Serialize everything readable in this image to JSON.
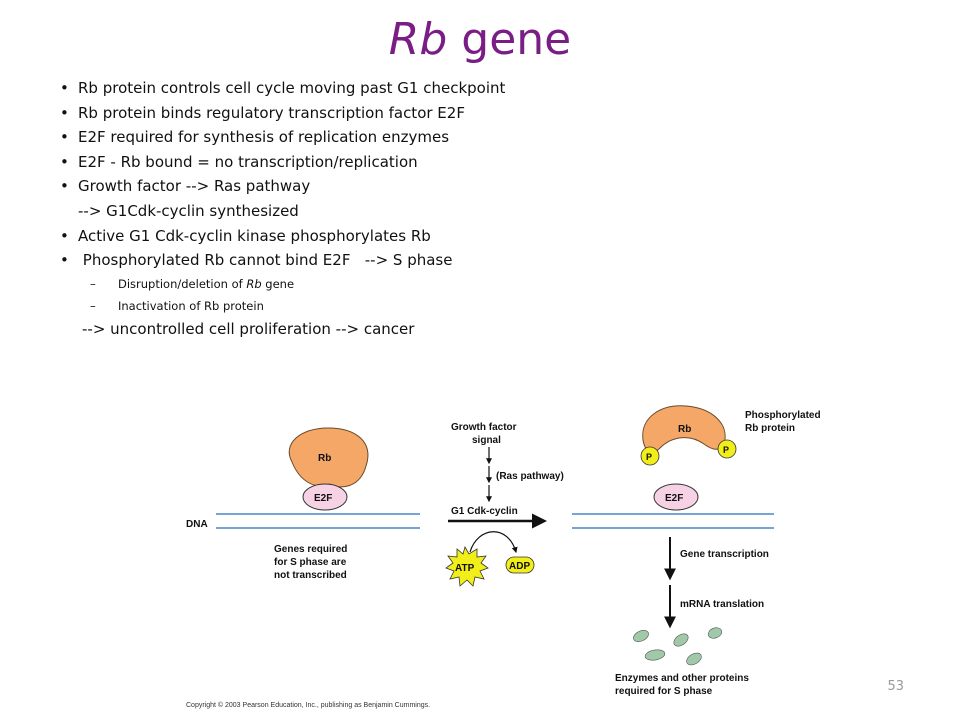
{
  "title": {
    "italic": "Rb",
    "rest": " gene"
  },
  "bullets": {
    "b1": "Rb protein controls cell cycle moving past G1 checkpoint",
    "b2": "Rb protein binds regulatory transcription factor E2F",
    "b3": "E2F required for synthesis of replication enzymes",
    "b4": "E2F - Rb bound = no transcription/replication",
    "b5": "Growth factor --> Ras pathway",
    "b5_cont": "--> G1Cdk-cyclin synthesized",
    "b6": "Active G1 Cdk-cyclin kinase phosphorylates Rb",
    "b7": " Phosphorylated Rb cannot bind E2F   --> S phase",
    "sub1_pre": "Disruption/deletion of ",
    "sub1_it": "Rb",
    "sub1_post": " gene",
    "sub2": "Inactivation of Rb protein",
    "closing": "--> uncontrolled cell proliferation --> cancer"
  },
  "figure": {
    "dna_label": "DNA",
    "rb": "Rb",
    "e2f": "E2F",
    "p": "P",
    "not_transcribed": [
      "Genes required",
      "for S phase are",
      "not transcribed"
    ],
    "growth_factor": [
      "Growth factor",
      "signal"
    ],
    "ras": "(Ras pathway)",
    "g1cdk": "G1 Cdk-cyclin",
    "atp": "ATP",
    "adp": "ADP",
    "phosphorylated": [
      "Phosphorylated",
      "Rb protein"
    ],
    "gene_transcription": "Gene transcription",
    "mrna_translation": "mRNA translation",
    "enzymes": [
      "Enzymes and other proteins",
      "required for S phase"
    ]
  },
  "copyright": "Copyright © 2003 Pearson Education, Inc., publishing as Benjamin Cummings.",
  "page_number": "53",
  "colors": {
    "title": "#7a1e86",
    "rb_protein": "#f4a766",
    "e2f": "#f7d2e4",
    "dna": "#4a86c8",
    "atp": "#f2ee1a",
    "enzyme": "#9fc9a8"
  }
}
